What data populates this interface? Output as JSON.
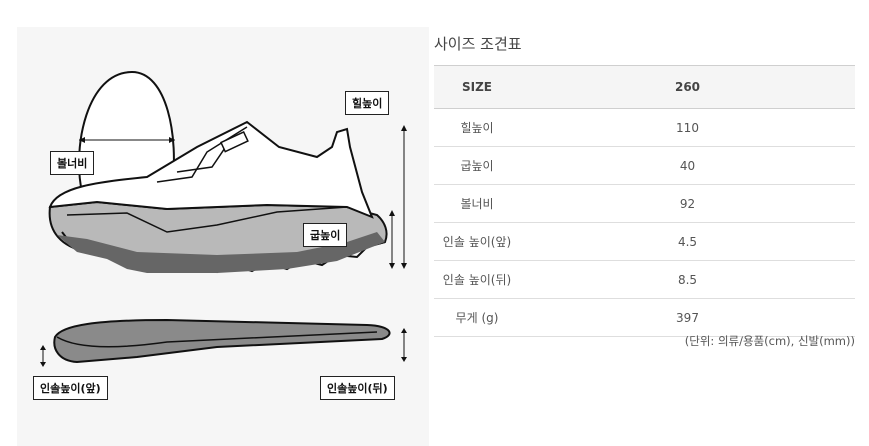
{
  "diagram": {
    "labels": {
      "heel_height": "힐높이",
      "ball_width": "볼너비",
      "sole_height": "굽높이",
      "insole_front": "인솔높이(앞)",
      "insole_back": "인솔높이(뒤)"
    }
  },
  "size_table": {
    "title": "사이즈 조견표",
    "header": {
      "label": "SIZE",
      "value": "260"
    },
    "rows": [
      {
        "label": "힐높이",
        "value": "110"
      },
      {
        "label": "굽높이",
        "value": "40"
      },
      {
        "label": "볼너비",
        "value": "92"
      },
      {
        "label": "인솔 높이(앞)",
        "value": "4.5"
      },
      {
        "label": "인솔 높이(뒤)",
        "value": "8.5"
      },
      {
        "label": "무게 (g)",
        "value": "397"
      }
    ],
    "unit_note": "(단위: 의류/용품(cm), 신발(mm))"
  },
  "colors": {
    "sole": "#bdbdbd",
    "sole_dark": "#666666",
    "insole": "#7a7a7a"
  }
}
